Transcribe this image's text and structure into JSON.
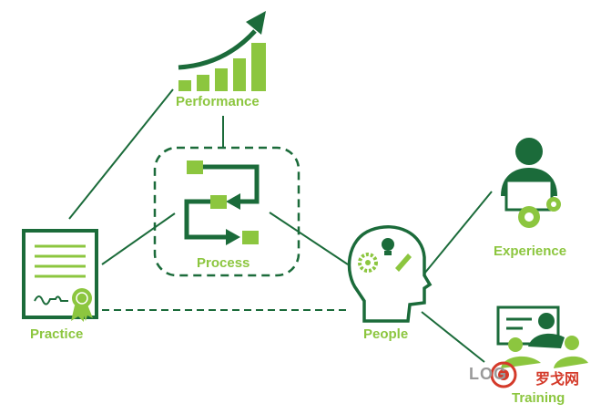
{
  "colors": {
    "dark_green": "#1b6b3a",
    "bright_green": "#8cc63f",
    "light_green": "#c5e39a",
    "watermark_red": "#d43a2a",
    "watermark_gray": "#9a9a9a"
  },
  "nodes": {
    "performance": {
      "label": "Performance",
      "icon": "growth-bar-chart-icon"
    },
    "process": {
      "label": "Process",
      "icon": "process-flow-icon"
    },
    "practice": {
      "label": "Practice",
      "icon": "certificate-icon"
    },
    "people": {
      "label": "People",
      "icon": "head-with-ideas-icon"
    },
    "experience": {
      "label": "Experience",
      "icon": "person-at-laptop-icon"
    },
    "training": {
      "label": "Training",
      "icon": "presentation-training-icon"
    }
  },
  "watermark": {
    "latin": "LOG",
    "cjk": "罗戈网"
  }
}
